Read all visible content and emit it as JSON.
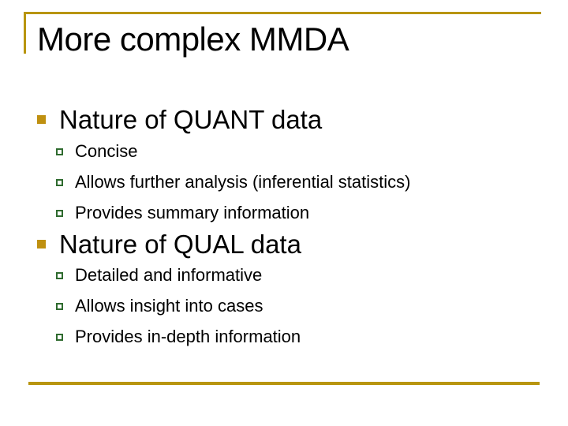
{
  "slide": {
    "title": "More complex MMDA",
    "sections": [
      {
        "heading": "Nature of QUANT data",
        "items": [
          "Concise",
          "Allows further analysis (inferential statistics)",
          "Provides summary information"
        ]
      },
      {
        "heading": "Nature of QUAL data",
        "items": [
          "Detailed and informative",
          "Allows insight into cases",
          "Provides in-depth information"
        ]
      }
    ],
    "icons": {
      "level1_bullet": "filled-square",
      "level2_bullet": "hollow-square"
    },
    "colors": {
      "accent_gold": "#B8950F",
      "bullet_gold": "#BF9010",
      "bullet_green": "#2F6B2F",
      "text_color": "#000000",
      "bg_color": "#FFFFFF"
    }
  }
}
